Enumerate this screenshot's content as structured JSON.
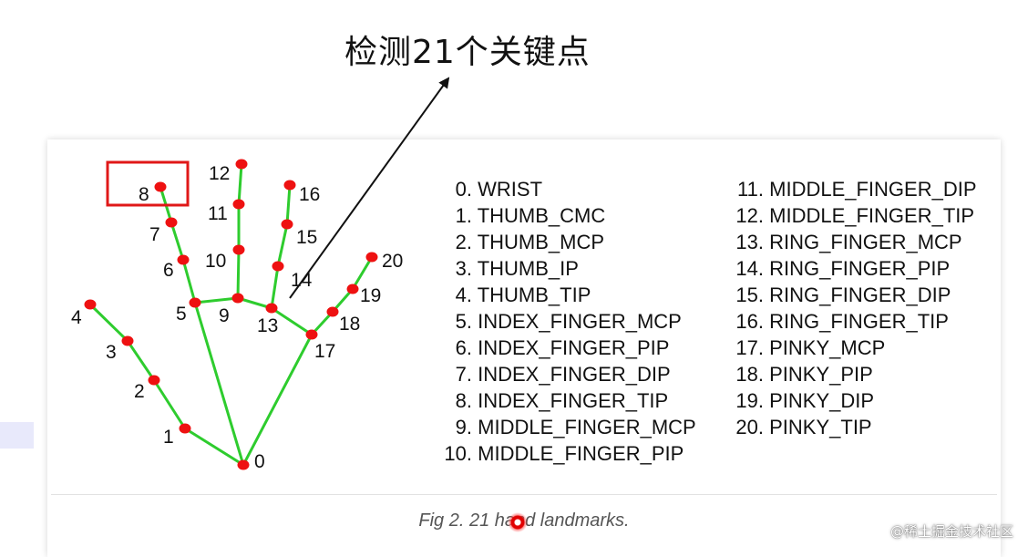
{
  "title": "检测21个关键点",
  "caption": "Fig 2. 21 hand landmarks.",
  "watermark": "@稀土掘金技术社区",
  "landmarks": [
    {
      "index": "0.",
      "name": "WRIST"
    },
    {
      "index": "1.",
      "name": "THUMB_CMC"
    },
    {
      "index": "2.",
      "name": "THUMB_MCP"
    },
    {
      "index": "3.",
      "name": "THUMB_IP"
    },
    {
      "index": "4.",
      "name": "THUMB_TIP"
    },
    {
      "index": "5.",
      "name": "INDEX_FINGER_MCP"
    },
    {
      "index": "6.",
      "name": "INDEX_FINGER_PIP"
    },
    {
      "index": "7.",
      "name": "INDEX_FINGER_DIP"
    },
    {
      "index": "8.",
      "name": "INDEX_FINGER_TIP"
    },
    {
      "index": "9.",
      "name": "MIDDLE_FINGER_MCP"
    },
    {
      "index": "10.",
      "name": "MIDDLE_FINGER_PIP"
    },
    {
      "index": "11.",
      "name": "MIDDLE_FINGER_DIP"
    },
    {
      "index": "12.",
      "name": "MIDDLE_FINGER_TIP"
    },
    {
      "index": "13.",
      "name": "RING_FINGER_MCP"
    },
    {
      "index": "14.",
      "name": "RING_FINGER_PIP"
    },
    {
      "index": "15.",
      "name": "RING_FINGER_DIP"
    },
    {
      "index": "16.",
      "name": "RING_FINGER_TIP"
    },
    {
      "index": "17.",
      "name": "PINKY_MCP"
    },
    {
      "index": "18.",
      "name": "PINKY_PIP"
    },
    {
      "index": "19.",
      "name": "PINKY_DIP"
    },
    {
      "index": "20.",
      "name": "PINKY_TIP"
    }
  ],
  "point_labels": [
    "0",
    "1",
    "2",
    "3",
    "4",
    "5",
    "6",
    "7",
    "8",
    "9",
    "10",
    "11",
    "12",
    "13",
    "14",
    "15",
    "16",
    "17",
    "18",
    "19",
    "20"
  ],
  "colors": {
    "bone": "#2ecc2e",
    "joint": "#ee1111",
    "highlight_box": "#e01818",
    "arrow": "#111111"
  }
}
